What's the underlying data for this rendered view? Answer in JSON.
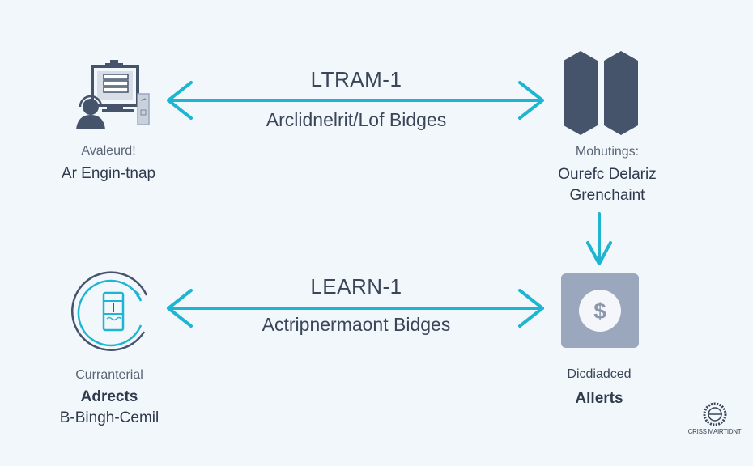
{
  "colors": {
    "background": "#f2f7fb",
    "arrow": "#1db5cf",
    "dark": "#46546b",
    "icon_gray": "#9aa7bd",
    "text": "#2f3a4d"
  },
  "nodes": {
    "top_left": {
      "icon": "computer-support-agent-icon",
      "subtitle": "Avaleurd!",
      "title": "Ar Engin-tnap"
    },
    "top_right": {
      "icon": "hexagon-cluster-icon",
      "subtitle": "Mohutings:",
      "title_line1": "Ourefc Delariz",
      "title_line2": "Grenchaint"
    },
    "bottom_left": {
      "icon": "circle-device-icon",
      "subtitle": "Curranterial",
      "title_line1": "Adrects",
      "title_line2": "B-Bingh-Cemil"
    },
    "bottom_right": {
      "icon": "dollar-badge-icon",
      "subtitle": "Dicdiadced",
      "title": "Allerts"
    }
  },
  "connectors": {
    "top": {
      "title": "LTRAM-1",
      "subtitle": "Arclidnelrit/Lof Bidges",
      "direction": "bidirectional"
    },
    "bottom": {
      "title": "LEARN-1",
      "subtitle": "Actripnermaont Bidges",
      "direction": "bidirectional"
    },
    "right_vertical": {
      "direction": "down"
    }
  },
  "watermark": {
    "icon": "seal-badge-icon",
    "text": "CRISS MAIRTIDNT"
  }
}
